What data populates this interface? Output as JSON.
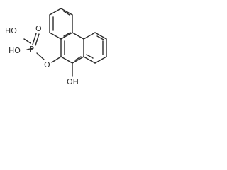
{
  "molecule": {
    "atom_labels": {
      "phosphate_hydroxyl_1": "HO",
      "phosphate_hydroxyl_2": "HO",
      "phosphorus": "P",
      "phosphoryl_oxygen": "O",
      "ester_oxygen": "O",
      "hydroxyl": "OH"
    }
  }
}
